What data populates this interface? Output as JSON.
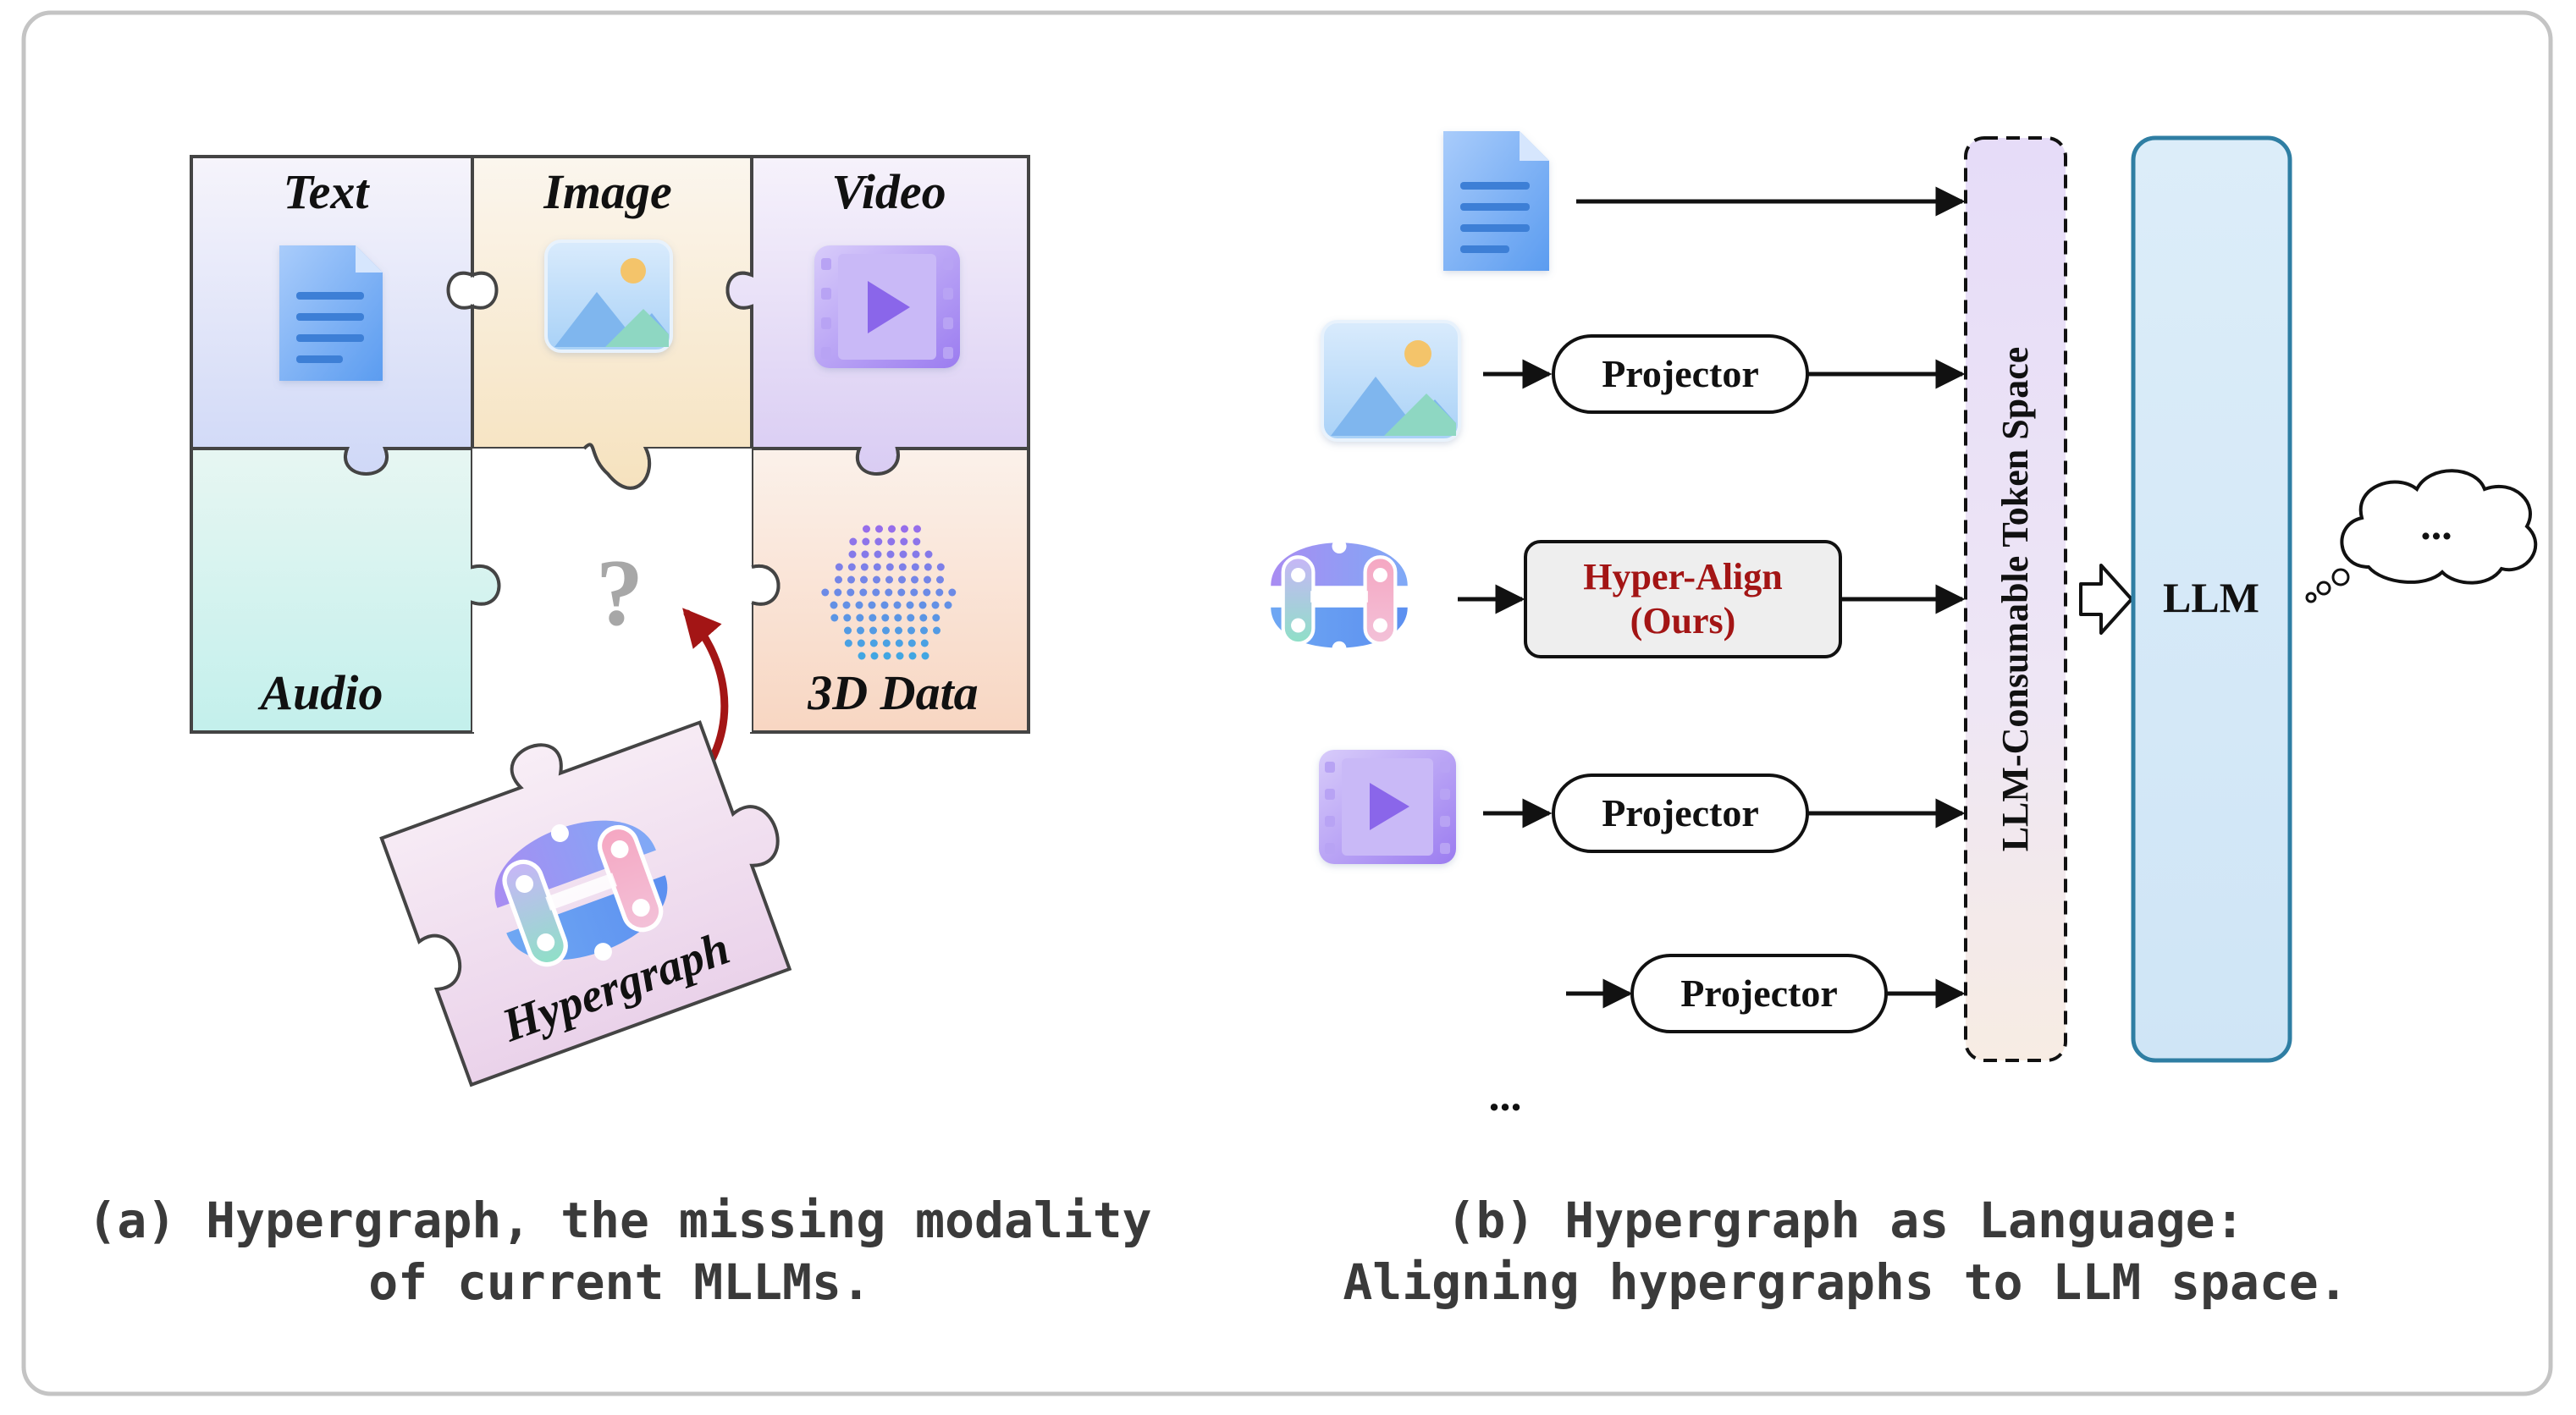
{
  "panel_a": {
    "tiles": {
      "text": "Text",
      "image": "Image",
      "video": "Video",
      "audio": "Audio",
      "data3d": "3D Data"
    },
    "missing_symbol": "?",
    "piece_label": "Hypergraph",
    "caption_line1": "(a) Hypergraph, the missing modality",
    "caption_line2": "of current MLLMs."
  },
  "panel_b": {
    "projector_image": "Projector",
    "hyper_align_line1": "Hyper-Align",
    "hyper_align_line2": "(Ours)",
    "projector_video": "Projector",
    "projector_audio": "Projector",
    "more_inputs": "...",
    "token_space": "LLM-Consumable Token Space",
    "llm": "LLM",
    "thought": "...",
    "caption_line1": "(b) Hypergraph as Language:",
    "caption_line2": "Aligning hypergraphs to LLM space."
  },
  "colors": {
    "accent_red": "#a31515",
    "llm_fill": "#d6e9f8",
    "llm_stroke": "#2f7ea3",
    "doc_blue": "#5b9cf0",
    "video_purple": "#9b7cf0",
    "audio_teal": "#1eb8c8"
  },
  "icons": [
    "document-icon",
    "image-icon",
    "video-icon",
    "audio-wave-icon",
    "point-cloud-icon",
    "hypergraph-icon",
    "thought-cloud-icon"
  ]
}
